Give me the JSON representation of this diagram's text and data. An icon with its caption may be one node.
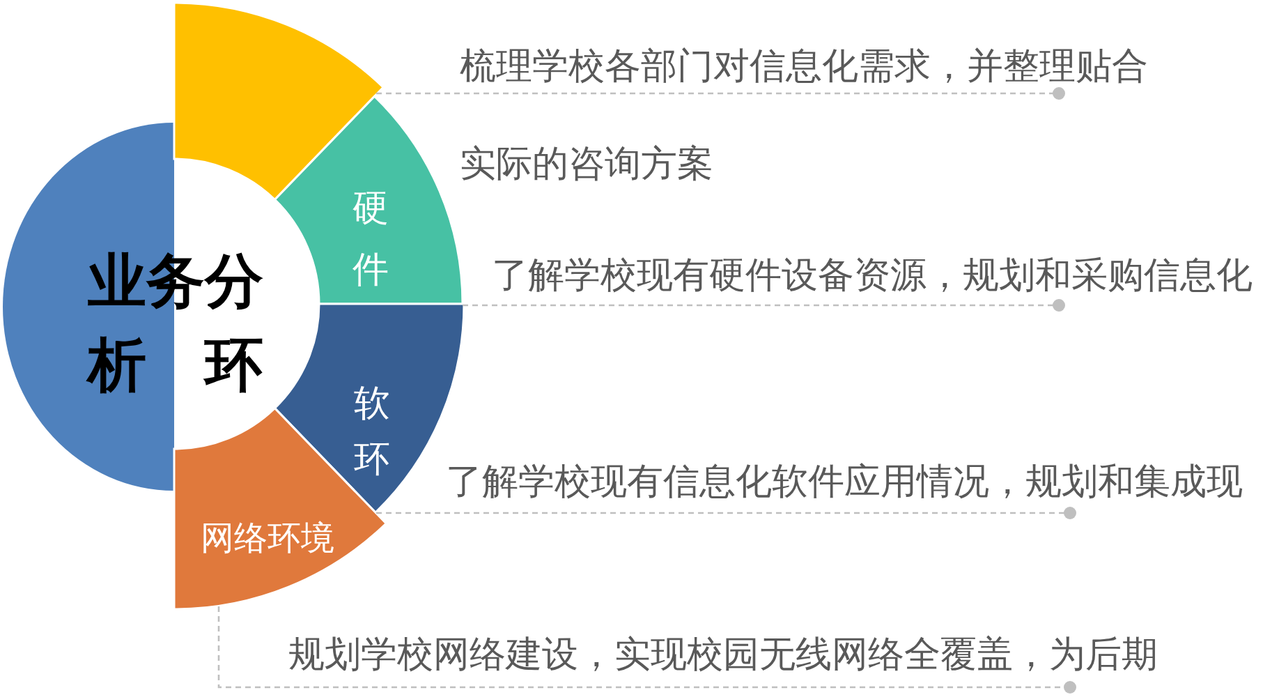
{
  "diagram": {
    "nodes": [
      {
        "text": [
          "业务分析　环"
        ]
      },
      {
        "text": [],
        "shape": "sector"
      },
      {
        "text": [
          "硬件"
        ]
      },
      {
        "text": [
          "软环"
        ]
      },
      {
        "text": [
          "网络环境"
        ]
      },
      {
        "text": [
          "梳理学校各部门对信息化需求，并整理贴合实际的咨询方案"
        ]
      },
      {
        "text": [
          "了解学校现有硬件设备资源，规划和采购信息化"
        ]
      },
      {
        "text": [
          "了解学校现有信息化软件应用情况，规划和集成现"
        ]
      },
      {
        "text": [
          "规划学校网络建设，实现校园无线网络全覆盖，为后期"
        ]
      }
    ],
    "edges": [
      {
        "from": 1,
        "to": 5,
        "arrow": "other",
        "style": "dashed"
      },
      {
        "from": 2,
        "to": 6,
        "arrow": "other",
        "style": "dashed"
      },
      {
        "from": 3,
        "to": 7,
        "arrow": "other",
        "style": "dashed"
      },
      {
        "from": 4,
        "to": 8,
        "arrow": "other",
        "style": "dashed"
      }
    ]
  }
}
